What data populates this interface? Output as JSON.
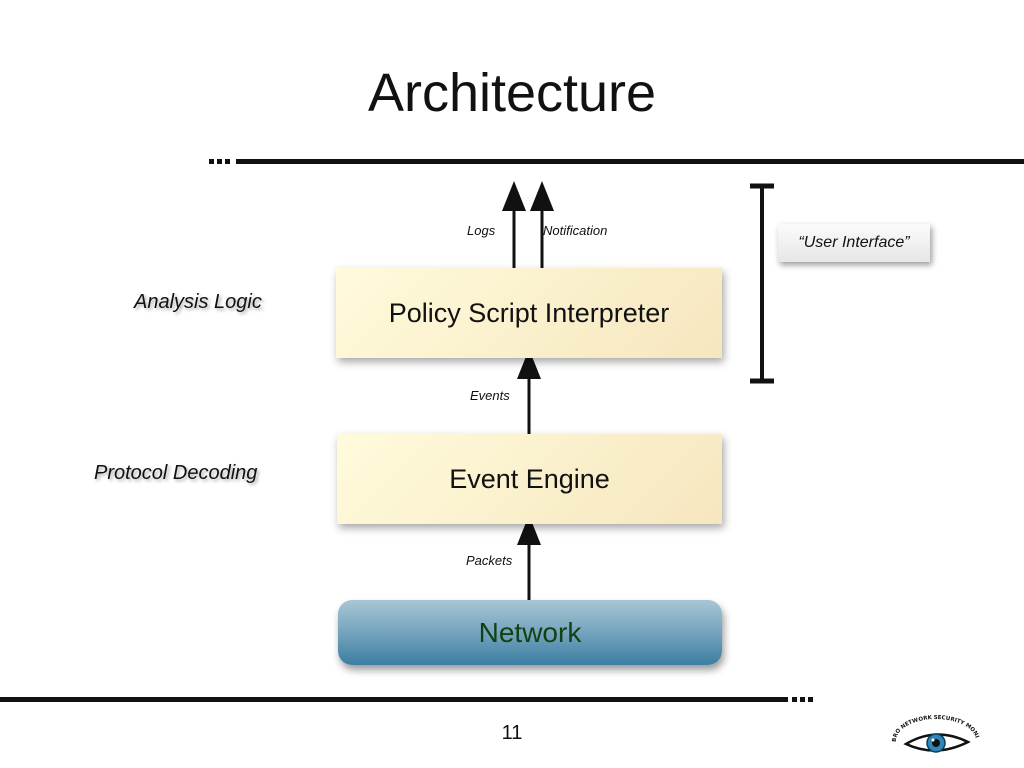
{
  "slide": {
    "title": "Architecture",
    "page_number": "11"
  },
  "layers": {
    "analysis_label": "Analysis Logic",
    "policy_box": "Policy Script Interpreter",
    "protocol_label": "Protocol Decoding",
    "event_box": "Event Engine",
    "network_box": "Network"
  },
  "flows": {
    "logs": "Logs",
    "notification": "Notification",
    "events": "Events",
    "packets": "Packets"
  },
  "annotation": {
    "user_interface": "“User Interface”"
  },
  "colors": {
    "box_fill": "#f6e6bf",
    "network_fill": "#3c7da1",
    "network_text": "#124212"
  },
  "logo": {
    "caption": "BRO NETWORK SECURITY MONITOR"
  }
}
